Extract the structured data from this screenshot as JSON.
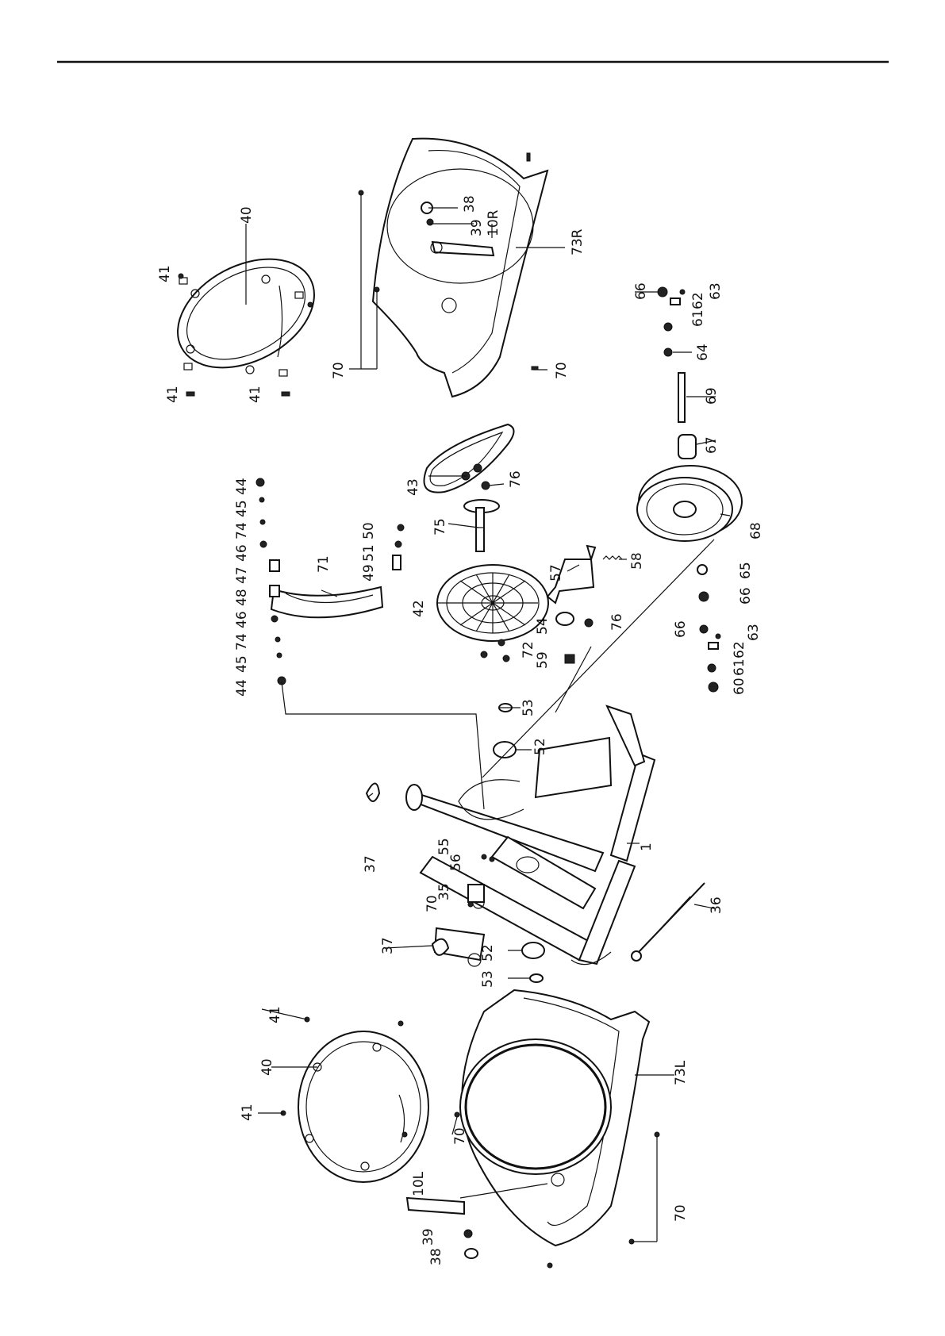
{
  "diagram": {
    "type": "exploded-parts-diagram",
    "orientation": "rotated-90",
    "colors": {
      "line": "#111111",
      "background": "#ffffff"
    },
    "part_labels": [
      "40",
      "41",
      "41",
      "41",
      "70",
      "70",
      "38",
      "39",
      "10R",
      "73R",
      "66",
      "63",
      "61",
      "62",
      "64",
      "69",
      "67",
      "68",
      "44",
      "45",
      "74",
      "46",
      "47",
      "48",
      "46",
      "74",
      "45",
      "44",
      "71",
      "50",
      "51",
      "49",
      "43",
      "76",
      "75",
      "42",
      "57",
      "58",
      "76",
      "54",
      "72",
      "59",
      "53",
      "52",
      "65",
      "66",
      "66",
      "63",
      "62",
      "61",
      "60",
      "37",
      "55",
      "56",
      "70",
      "35",
      "37",
      "1",
      "36",
      "52",
      "53",
      "41",
      "40",
      "41",
      "70",
      "73L",
      "10L",
      "39",
      "38",
      "70"
    ]
  }
}
